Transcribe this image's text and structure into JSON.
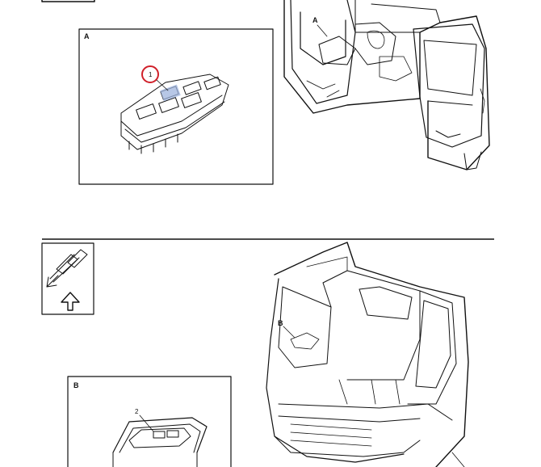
{
  "detail_a": {
    "label": "A",
    "callout": "1"
  },
  "cab_top": {
    "label": "A"
  },
  "detail_b": {
    "label": "B",
    "callout": "2"
  },
  "cab_bottom": {
    "label": "B"
  },
  "colors": {
    "callout_ring": "#d0202a",
    "highlight": "#9fb4dd",
    "line": "#111111"
  },
  "icons": [
    "position-arrow-icon",
    "up-arrow-icon"
  ]
}
